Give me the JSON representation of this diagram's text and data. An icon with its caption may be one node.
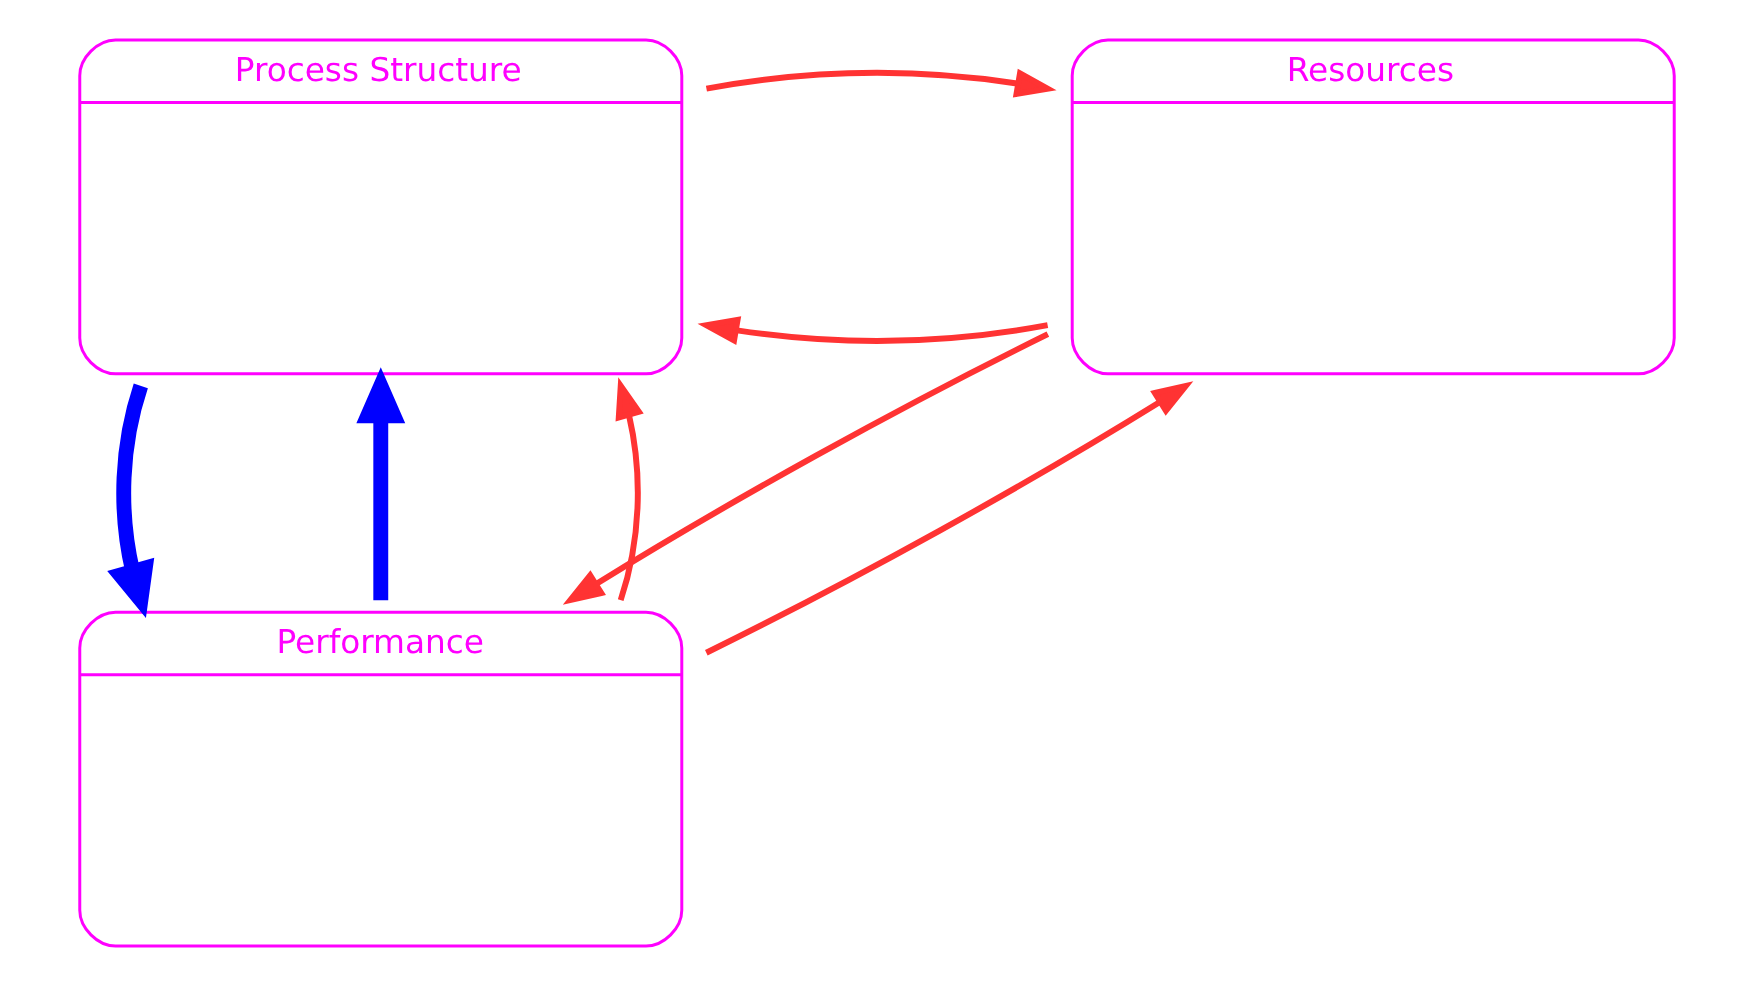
{
  "diagram": {
    "nodes": [
      {
        "text": [
          "Process Structure"
        ]
      },
      {
        "text": [
          "Resources"
        ]
      },
      {
        "text": [
          "Performance"
        ]
      }
    ],
    "edges": [
      {
        "from": 0,
        "to": 2,
        "arrow": "to",
        "style": "thick",
        "color": "#0000ff"
      },
      {
        "from": 2,
        "to": 0,
        "arrow": "to",
        "style": "thick",
        "color": "#0000ff"
      },
      {
        "from": 1,
        "to": 0,
        "arrow": "to"
      },
      {
        "from": 0,
        "to": 1,
        "arrow": "to"
      },
      {
        "from": 1,
        "to": 2,
        "arrow": "to"
      },
      {
        "from": 2,
        "to": 0,
        "arrow": "to"
      },
      {
        "from": 2,
        "to": 1,
        "arrow": "to"
      }
    ]
  }
}
